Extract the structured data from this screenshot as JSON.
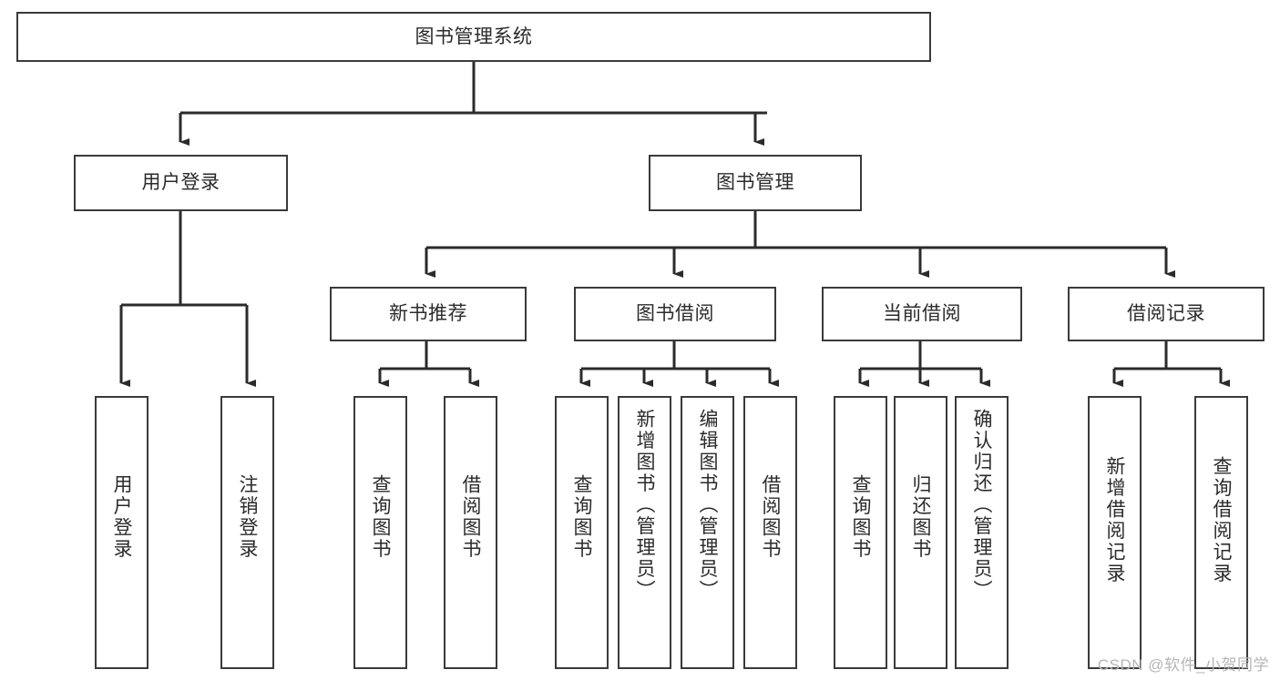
{
  "diagram": {
    "title": "图书管理系统",
    "type": "tree-hierarchy-chart",
    "watermark": "CSDN @软件_小贺同学",
    "colors": {
      "box_border": "#3a3a3a",
      "box_fill": "#ffffff",
      "connector": "#2b2b2b",
      "text": "#2b2b2b",
      "watermark": "#b6b6b6"
    },
    "root": {
      "label": "图书管理系统"
    },
    "level2": [
      {
        "label": "用户登录"
      },
      {
        "label": "图书管理"
      }
    ],
    "level3": [
      {
        "label": "新书推荐"
      },
      {
        "label": "图书借阅"
      },
      {
        "label": "当前借阅"
      },
      {
        "label": "借阅记录"
      }
    ],
    "leaves": {
      "user_login": [
        {
          "label": "用户登录"
        },
        {
          "label": "注销登录"
        }
      ],
      "new_book_recommend": [
        {
          "label": "查询图书"
        },
        {
          "label": "借阅图书"
        }
      ],
      "book_borrow": [
        {
          "label": "查询图书"
        },
        {
          "label": "新增图书（管理员）"
        },
        {
          "label": "编辑图书（管理员）"
        },
        {
          "label": "借阅图书"
        }
      ],
      "current_borrow": [
        {
          "label": "查询图书"
        },
        {
          "label": "归还图书"
        },
        {
          "label": "确认归还（管理员）"
        }
      ],
      "borrow_record": [
        {
          "label": "新增借阅记录"
        },
        {
          "label": "查询借阅记录"
        }
      ]
    }
  }
}
